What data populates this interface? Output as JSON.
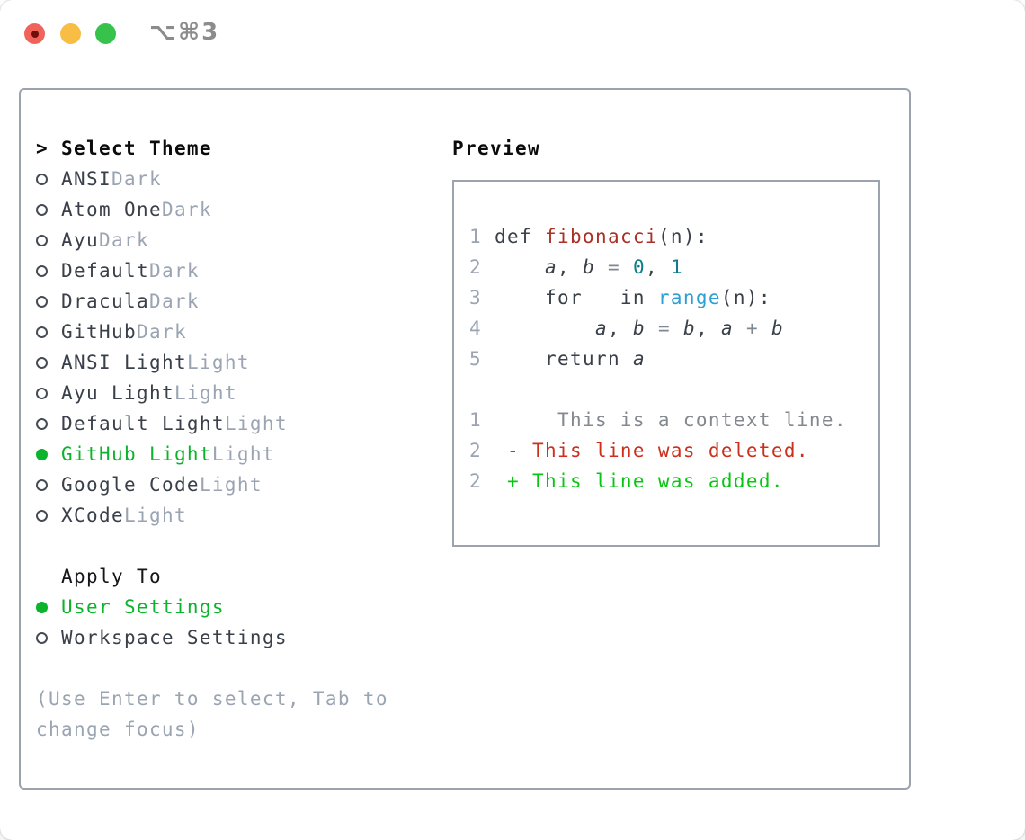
{
  "window": {
    "title": "⌥⌘3"
  },
  "colors": {
    "accent_green": "#0cb32c",
    "added_green": "#0ac413",
    "deleted_red": "#cc2f1c",
    "function_red": "#a93126",
    "number_teal": "#117c8b",
    "builtin_blue": "#2b9fd6",
    "operator_gray": "#7f8791",
    "context_gray": "#84898f",
    "muted_gray": "#9aa4b2",
    "text_dark": "#3a4049",
    "border_gray": "#9ba3ae",
    "traffic_red": "#f1635a",
    "traffic_yellow": "#f7bd45",
    "traffic_green": "#36c24b"
  },
  "left": {
    "prompt": ">",
    "title": "Select Theme",
    "themes": [
      {
        "name": "ANSI",
        "variant": "Dark",
        "selected": false
      },
      {
        "name": "Atom One",
        "variant": "Dark",
        "selected": false
      },
      {
        "name": "Ayu",
        "variant": "Dark",
        "selected": false
      },
      {
        "name": "Default",
        "variant": "Dark",
        "selected": false
      },
      {
        "name": "Dracula",
        "variant": "Dark",
        "selected": false
      },
      {
        "name": "GitHub",
        "variant": "Dark",
        "selected": false
      },
      {
        "name": "ANSI Light",
        "variant": "Light",
        "selected": false
      },
      {
        "name": "Ayu Light",
        "variant": "Light",
        "selected": false
      },
      {
        "name": "Default Light",
        "variant": "Light",
        "selected": false
      },
      {
        "name": "GitHub Light",
        "variant": "Light",
        "selected": true
      },
      {
        "name": "Google Code",
        "variant": "Light",
        "selected": false
      },
      {
        "name": "XCode",
        "variant": "Light",
        "selected": false
      }
    ],
    "apply_to": {
      "title": "Apply To",
      "options": [
        {
          "name": "User Settings",
          "selected": true
        },
        {
          "name": "Workspace Settings",
          "selected": false
        }
      ]
    },
    "hint": "(Use Enter to select, Tab to change focus)"
  },
  "preview": {
    "title": "Preview",
    "lines": [
      {
        "n": "1",
        "tokens": [
          {
            "t": "def ",
            "c": "k"
          },
          {
            "t": "fibonacci",
            "c": "fn"
          },
          {
            "t": "(n):",
            "c": "p"
          }
        ]
      },
      {
        "n": "2",
        "tokens": [
          {
            "t": "    ",
            "c": "p"
          },
          {
            "t": "a",
            "c": "v"
          },
          {
            "t": ", ",
            "c": "p"
          },
          {
            "t": "b",
            "c": "v"
          },
          {
            "t": " ",
            "c": "p"
          },
          {
            "t": "=",
            "c": "o"
          },
          {
            "t": " ",
            "c": "p"
          },
          {
            "t": "0",
            "c": "n"
          },
          {
            "t": ", ",
            "c": "p"
          },
          {
            "t": "1",
            "c": "n"
          }
        ]
      },
      {
        "n": "3",
        "tokens": [
          {
            "t": "    for _ in ",
            "c": "k"
          },
          {
            "t": "range",
            "c": "b"
          },
          {
            "t": "(n):",
            "c": "p"
          }
        ]
      },
      {
        "n": "4",
        "tokens": [
          {
            "t": "        ",
            "c": "p"
          },
          {
            "t": "a",
            "c": "v"
          },
          {
            "t": ", ",
            "c": "p"
          },
          {
            "t": "b",
            "c": "v"
          },
          {
            "t": " ",
            "c": "p"
          },
          {
            "t": "=",
            "c": "o"
          },
          {
            "t": " ",
            "c": "p"
          },
          {
            "t": "b",
            "c": "v"
          },
          {
            "t": ", ",
            "c": "p"
          },
          {
            "t": "a",
            "c": "v"
          },
          {
            "t": " ",
            "c": "p"
          },
          {
            "t": "+",
            "c": "o"
          },
          {
            "t": " ",
            "c": "p"
          },
          {
            "t": "b",
            "c": "v"
          }
        ]
      },
      {
        "n": "5",
        "tokens": [
          {
            "t": "    return ",
            "c": "k"
          },
          {
            "t": "a",
            "c": "v"
          }
        ]
      },
      {
        "n": "",
        "tokens": []
      },
      {
        "n": "1",
        "tokens": [
          {
            "t": "     This is a context line.",
            "c": "ctx"
          }
        ]
      },
      {
        "n": "2",
        "tokens": [
          {
            "t": " - This line was deleted.",
            "c": "del"
          }
        ]
      },
      {
        "n": "2",
        "tokens": [
          {
            "t": " + This line was added.",
            "c": "add"
          }
        ]
      }
    ]
  }
}
